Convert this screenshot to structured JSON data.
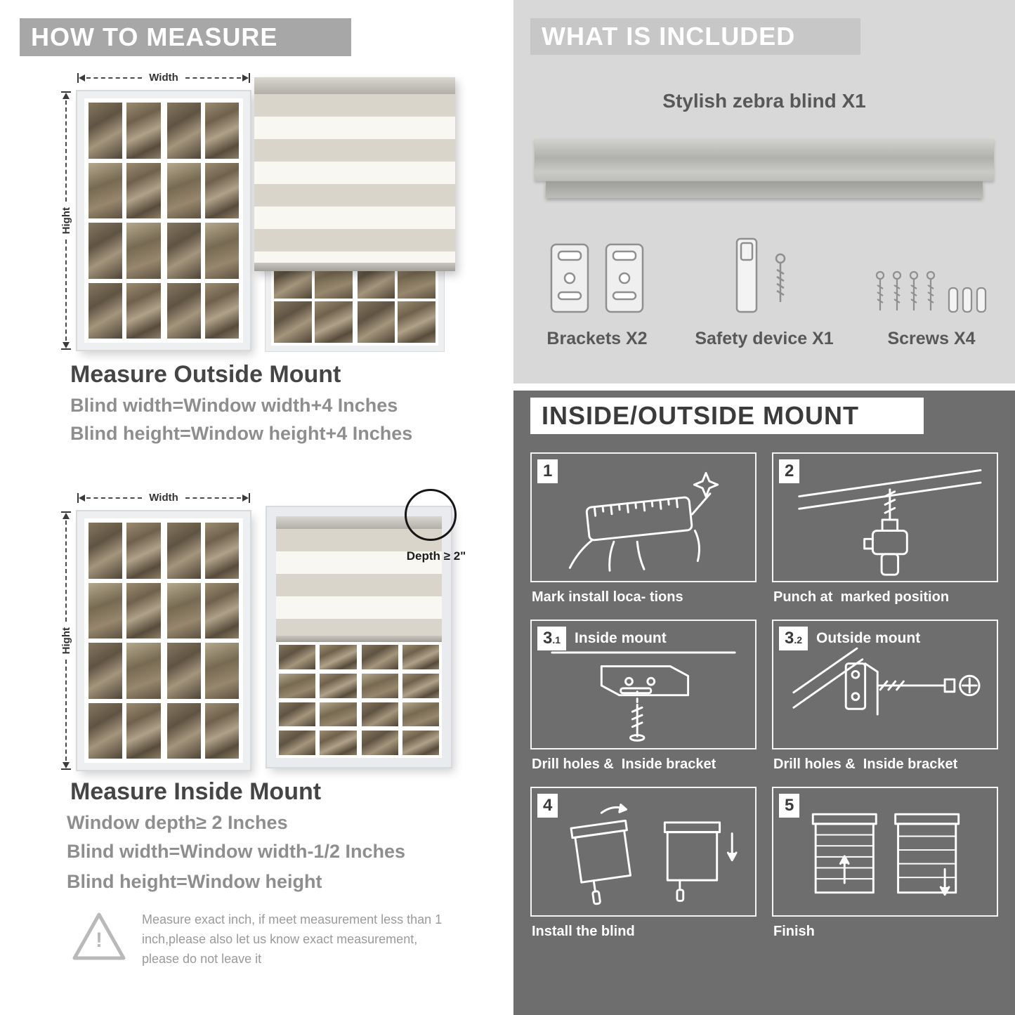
{
  "colors": {
    "left_banner": "#a7a7a7",
    "included_bg": "#d8d8d8",
    "included_banner": "#c7c7c7",
    "mount_bg": "#6e6e6e",
    "heading_dark": "#454545",
    "formula_gray": "#8e8e8e"
  },
  "left": {
    "header": "HOW TO MEASURE",
    "outside": {
      "width_label": "Width",
      "height_label": "Hight",
      "title": "Measure Outside Mount",
      "line1": "Blind width=Window width+4 Inches",
      "line2": "Blind height=Window height+4 Inches"
    },
    "inside": {
      "width_label": "Width",
      "height_label": "Hight",
      "depth_note": "Depth ≥ 2\"",
      "title": "Measure Inside Mount",
      "line1": "Window depth≥ 2 Inches",
      "line2": "Blind width=Window width-1/2 Inches",
      "line3": "Blind height=Window height"
    },
    "warning": {
      "exclaim": "!",
      "text": "Measure exact inch, if meet measurement less than 1 inch,please also let us know exact measurement, please do not leave it"
    }
  },
  "included": {
    "header": "WHAT IS INCLUDED",
    "product_label": "Stylish zebra blind X1",
    "items": [
      {
        "icon": "brackets-icon",
        "label": "Brackets X2"
      },
      {
        "icon": "safety-device-icon",
        "label": "Safety device X1"
      },
      {
        "icon": "screws-icon",
        "label": "Screws X4"
      }
    ]
  },
  "mount": {
    "header": "INSIDE/OUTSIDE MOUNT",
    "steps": [
      {
        "num": "1",
        "sub": "",
        "label": "",
        "caption": "Mark install loca- tions"
      },
      {
        "num": "2",
        "sub": "",
        "label": "",
        "caption": "Punch at  marked position"
      },
      {
        "num": "3",
        "sub": ".1",
        "label": "Inside mount",
        "caption": "Drill holes &  Inside bracket"
      },
      {
        "num": "3",
        "sub": ".2",
        "label": "Outside mount",
        "caption": "Drill holes &  Inside bracket"
      },
      {
        "num": "4",
        "sub": "",
        "label": "",
        "caption": "Install the blind"
      },
      {
        "num": "5",
        "sub": "",
        "label": "",
        "caption": "Finish"
      }
    ]
  }
}
